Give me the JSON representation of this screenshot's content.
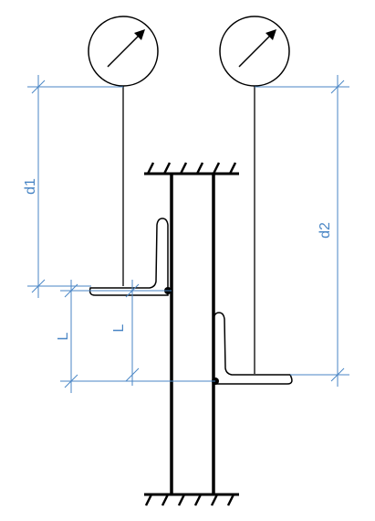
{
  "colors": {
    "dimension": "#4a86c5",
    "structure": "#000000",
    "background": "#ffffff"
  },
  "labels": {
    "d1": "d1",
    "d2": "d2",
    "L_outer": "L",
    "L_inner": "L"
  },
  "icons": {
    "gauge_left": "dial-gauge-icon",
    "gauge_right": "dial-gauge-icon",
    "support_top": "fixed-support-hatch-icon",
    "support_bottom": "fixed-support-hatch-icon"
  }
}
